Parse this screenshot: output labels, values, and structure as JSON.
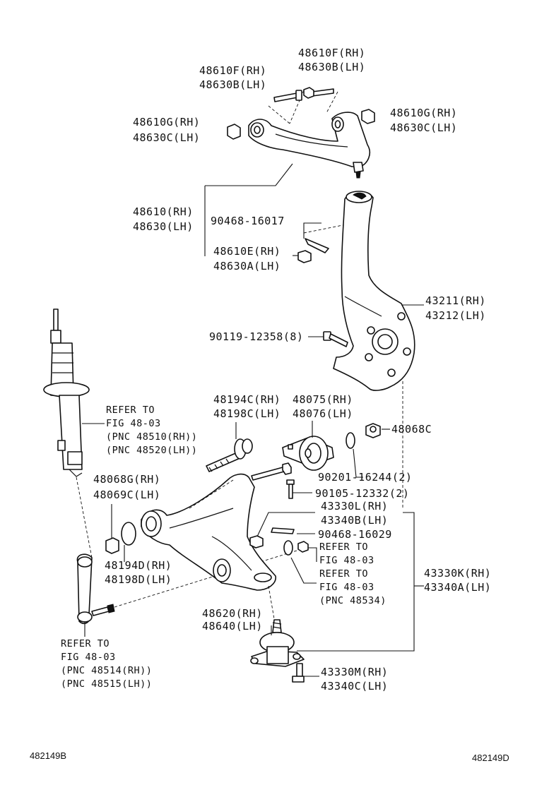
{
  "labels": {
    "bolt_top_rh": "48610F(RH)",
    "bolt_top_lh": "48630B(LH)",
    "bolt_left_rh": "48610F(RH)",
    "bolt_left_lh": "48630B(LH)",
    "nut_left_rh": "48610G(RH)",
    "nut_left_lh": "48630C(LH)",
    "nut_right_rh": "48610G(RH)",
    "nut_right_lh": "48630C(LH)",
    "upper_arm_rh": "48610(RH)",
    "upper_arm_lh": "48630(LH)",
    "pin_upper": "90468-16017",
    "upper_nut_rh": "48610E(RH)",
    "upper_nut_lh": "48630A(LH)",
    "knuckle_rh": "43211(RH)",
    "knuckle_lh": "43212(LH)",
    "knuckle_bolt": "90119-12358(8)",
    "cam_bolt_rh": "48194C(RH)",
    "cam_bolt_lh": "48198C(LH)",
    "bushing_rh": "48075(RH)",
    "bushing_lh": "48076(LH)",
    "nut_48068c": "48068C",
    "washer_bolt": "90201-16244(2)",
    "bushing_bolt": "90105-12332(2)",
    "nut_48068g_rh": "48068G(RH)",
    "nut_48068g_lh": "48069C(LH)",
    "ball_joint_rh": "43330L(RH)",
    "ball_joint_lh": "43340B(LH)",
    "pin_lower": "90468-16029",
    "cam_plate_rh": "48194D(RH)",
    "cam_plate_lh": "48198D(LH)",
    "lower_arm_rh": "48620(RH)",
    "lower_arm_lh": "48640(LH)",
    "ball_assy_rh": "43330K(RH)",
    "ball_assy_lh": "43340A(LH)",
    "ball_bolt_rh": "43330M(RH)",
    "ball_bolt_lh": "43340C(LH)"
  },
  "references": {
    "strut": [
      "REFER TO",
      "FIG 48-03",
      "(PNC 48510(RH))",
      "(PNC 48520(LH))"
    ],
    "stabilizer": [
      "REFER TO",
      "FIG 48-03",
      "(PNC 48514(RH))",
      "(PNC 48515(LH))"
    ],
    "nut_ref": [
      "REFER TO",
      "FIG 48-03"
    ],
    "link_ref": [
      "REFER TO",
      "FIG 48-03",
      "(PNC 48534)"
    ]
  },
  "codes": {
    "left": "482149B",
    "right": "482149D"
  }
}
